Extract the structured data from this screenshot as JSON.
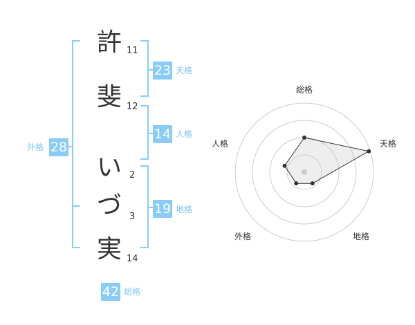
{
  "name_chars": [
    {
      "char": "許",
      "strokes": "11"
    },
    {
      "char": "斐",
      "strokes": "12"
    },
    {
      "char": "い",
      "strokes": "2"
    },
    {
      "char": "づ",
      "strokes": "3"
    },
    {
      "char": "実",
      "strokes": "14"
    }
  ],
  "fortunes": {
    "tenkaku": {
      "value": "23",
      "label": "天格"
    },
    "jinkaku": {
      "value": "14",
      "label": "人格"
    },
    "chikaku": {
      "value": "19",
      "label": "地格"
    },
    "gaikaku": {
      "value": "28",
      "label": "外格"
    },
    "soukaku": {
      "value": "42",
      "label": "総格"
    }
  },
  "radar": {
    "axis_labels": [
      "総格",
      "天格",
      "地格",
      "外格",
      "人格"
    ],
    "values": [
      0.5,
      0.98,
      0.2,
      0.2,
      0.3
    ],
    "accent_color": "#88ccf7"
  }
}
